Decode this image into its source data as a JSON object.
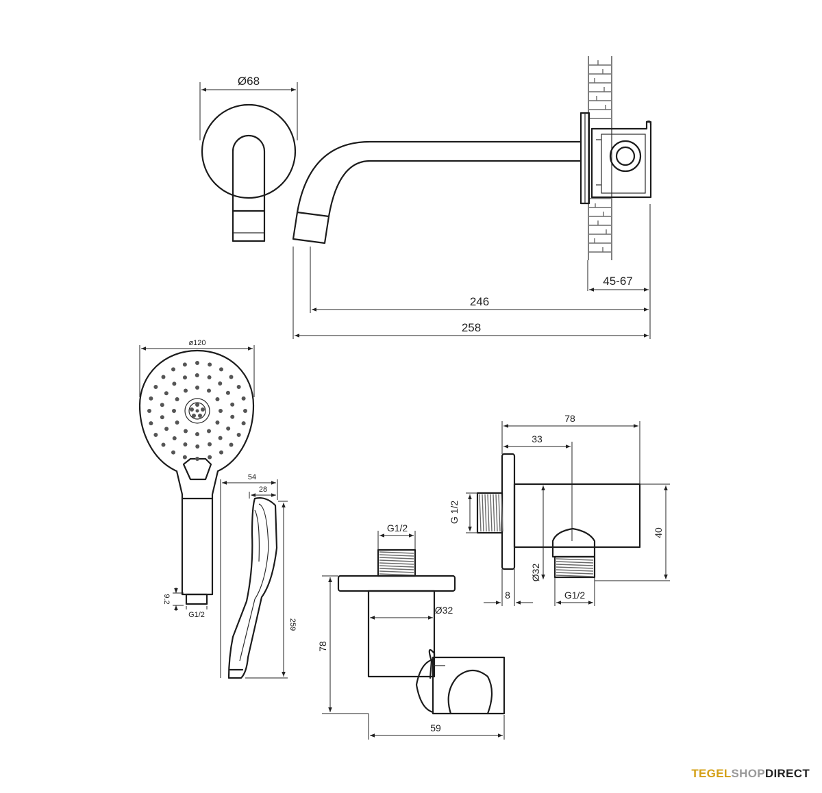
{
  "spout": {
    "dia_label": "Ø68",
    "reach_label": "246",
    "total_label": "258",
    "wall_label": "45-67"
  },
  "hand_shower": {
    "head_dia_label": "ø120",
    "depth_label": "54",
    "grip_label": "28",
    "length_label": "259",
    "conn_label": "9.2",
    "thread_label": "G1/2"
  },
  "holder": {
    "thread_label": "G1/2",
    "height_label": "78",
    "dia_label": "Ø32",
    "width_label": "59"
  },
  "elbow": {
    "width_label": "78",
    "center_label": "33",
    "in_thread_label": "G 1/2",
    "height_label": "40",
    "dia_label": "Ø32",
    "flange_label": "8",
    "out_thread_label": "G1/2"
  },
  "brand": {
    "part1": "TEGEL",
    "part2": "SHOP",
    "part3": "DIRECT"
  }
}
